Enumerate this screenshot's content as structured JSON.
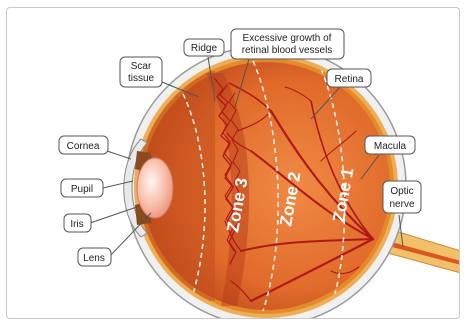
{
  "diagram": {
    "labels": {
      "scar_tissue_1": "Scar",
      "scar_tissue_2": "tissue",
      "ridge": "Ridge",
      "excessive_1": "Excessive growth of",
      "excessive_2": "retinal blood vessels",
      "retina": "Retina",
      "cornea": "Cornea",
      "macula": "Macula",
      "pupil": "Pupil",
      "optic_1": "Optic",
      "optic_2": "nerve",
      "iris": "Iris",
      "lens": "Lens"
    },
    "zones": [
      "Zone 3",
      "Zone 2",
      "Zone 1"
    ],
    "colors": {
      "sclera": "#f0f0f0",
      "choroid": "#e58a2a",
      "retina": "#d9581e",
      "vessels": "#b01818",
      "optic_nerve": "#f2c06a"
    }
  }
}
